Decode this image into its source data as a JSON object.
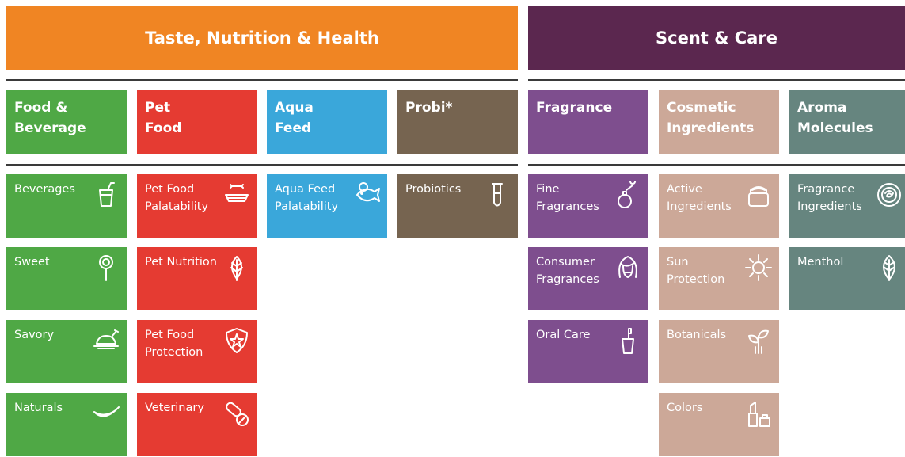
{
  "banners": {
    "taste": "Taste, Nutrition & Health",
    "scent": "Scent & Care"
  },
  "categories": {
    "food_beverage": "Food & Beverage",
    "pet_food": "Pet Food",
    "aqua_feed": "Aqua Feed",
    "probi": "Probi*",
    "fragrance": "Fragrance",
    "cosmetic": "Cosmetic Ingredients",
    "aroma": "Aroma Molecules"
  },
  "items": {
    "beverages": "Beverages",
    "sweet": "Sweet",
    "savory": "Savory",
    "naturals": "Naturals",
    "pet_palatability": "Pet Food Palatability",
    "pet_nutrition": "Pet Nutrition",
    "pet_protection": "Pet Food Protection",
    "veterinary": "Veterinary",
    "aqua_palatability": "Aqua Feed Palatability",
    "probiotics": "Probiotics",
    "fine_fragrances": "Fine Fragrances",
    "consumer_fragrances": "Consumer Fragrances",
    "oral_care": "Oral Care",
    "active_ingredients": "Active Ingredients",
    "sun_protection": "Sun Protection",
    "botanicals": "Botanicals",
    "colors": "Colors",
    "fragrance_ingredients": "Fragrance Ingredients",
    "menthol": "Menthol"
  },
  "colors": {
    "taste_banner": "#F08523",
    "scent_banner": "#5B274F",
    "food_beverage": "#4FA845",
    "pet_food": "#E53B32",
    "aqua_feed": "#3AA7DA",
    "probi": "#766450",
    "fragrance": "#7E4E8E",
    "cosmetic": "#CCA898",
    "aroma": "#66857F"
  },
  "icons": {
    "beverages": "glass-with-straw-icon",
    "sweet": "lollipop-icon",
    "savory": "roast-chicken-icon",
    "naturals": "chili-pepper-icon",
    "pet_palatability": "pet-bowl-bone-icon",
    "pet_nutrition": "leaf-icon",
    "pet_protection": "shield-star-icon",
    "veterinary": "pills-icon",
    "aqua_palatability": "fish-icon",
    "probiotics": "test-tube-icon",
    "fine_fragrances": "perfume-bottle-icon",
    "consumer_fragrances": "woman-face-icon",
    "oral_care": "toothbrush-cup-icon",
    "active_ingredients": "cream-jar-icon",
    "sun_protection": "sun-icon",
    "botanicals": "plant-sprout-icon",
    "colors": "lipstick-icon",
    "fragrance_ingredients": "rose-icon",
    "menthol": "mint-leaf-icon"
  }
}
